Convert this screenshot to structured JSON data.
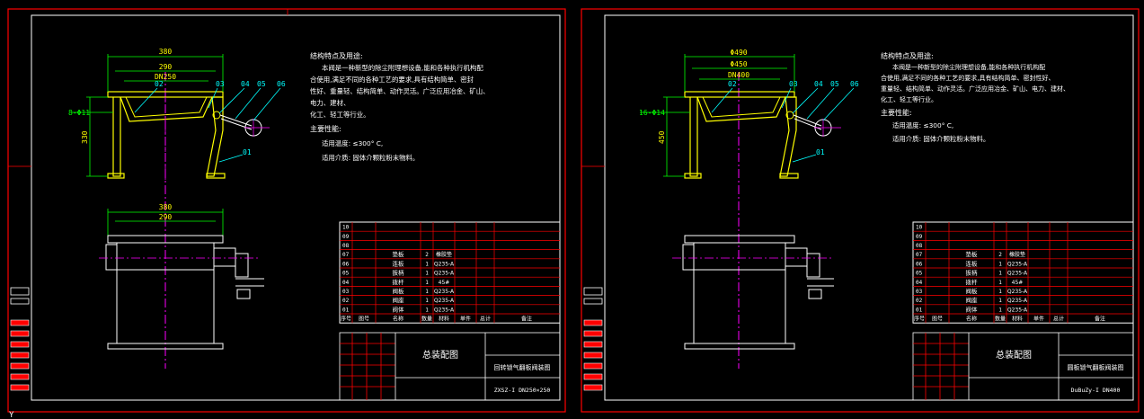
{
  "colors": {
    "background": "#000000",
    "frame": "#ff0000",
    "outline": "#ffffff",
    "part": "#ffff00",
    "dimension": "#00ff00",
    "centerline": "#ff00ff",
    "leader": "#00ffff",
    "table_text": "#ffffff"
  },
  "sheets": [
    {
      "dims": {
        "top_outer": "380",
        "top_mid": "290",
        "top_inner": "DN250",
        "left_holes": "8-Φ11",
        "height": "330",
        "plan_outer": "380",
        "plan_inner": "290"
      },
      "callouts": [
        "02",
        "03",
        "04",
        "05",
        "06",
        "01"
      ],
      "notes": {
        "heading": "结构特点及用途:",
        "para_1": "本阀是一种新型的除尘附理想设备,能和各种执行机构配",
        "para_2": "合使用,满足不同的各种工艺的要求,具有结构简单、密封",
        "para_3": "性好、重量轻、结构简单、动作灵活。广泛应用冶金、矿山、",
        "para_4": "电力、建材、",
        "para_5": "化工、轻工等行业。",
        "param_heading": "主要性能:",
        "temp": "适用温度: ≤300° C,",
        "medium": "适用介质: 固体介颗粒粉末物料。"
      },
      "bom_rows": [
        {
          "no": "10",
          "name": "",
          "qty": "",
          "material": ""
        },
        {
          "no": "09",
          "name": "",
          "qty": "",
          "material": ""
        },
        {
          "no": "08",
          "name": "",
          "qty": "",
          "material": ""
        },
        {
          "no": "07",
          "name": "垫板",
          "qty": "2",
          "material": "橡胶垫"
        },
        {
          "no": "06",
          "name": "连板",
          "qty": "1",
          "material": "Q235-A"
        },
        {
          "no": "05",
          "name": "扳柄",
          "qty": "1",
          "material": "Q235-A"
        },
        {
          "no": "04",
          "name": "拨杆",
          "qty": "1",
          "material": "45#"
        },
        {
          "no": "03",
          "name": "阀板",
          "qty": "1",
          "material": "Q235-A"
        },
        {
          "no": "02",
          "name": "阀座",
          "qty": "1",
          "material": "Q235-A"
        },
        {
          "no": "01",
          "name": "阀体",
          "qty": "1",
          "material": "Q235-A"
        }
      ],
      "bom_header": {
        "no": "序号",
        "code": "图号",
        "name": "名称",
        "qty": "数量",
        "material": "材料",
        "unit_weight": "单件",
        "total_weight": "总计",
        "note": "备注"
      },
      "title_block": {
        "drawing_title": "总装配图",
        "product_name": "回转锁气翻板阀装图",
        "model": "ZXSZ-I DN250×250"
      }
    },
    {
      "dims": {
        "top_outer": "Φ490",
        "top_mid": "Φ450",
        "top_inner": "DN400",
        "left_holes": "16-Φ14",
        "height": "450"
      },
      "callouts": [
        "02",
        "03",
        "04",
        "05",
        "06",
        "01"
      ],
      "notes": {
        "heading": "结构特点及用途:",
        "para_1": "本阀是一种新型的除尘附理想设备,能和各种执行机构配",
        "para_2": "合使用,满足不同的各种工艺的要求,具有结构简单、密封性好、",
        "para_3": "重量轻、结构简单、动作灵活。广泛应用冶金、矿山、电力、建材、",
        "para_4": "化工、轻工等行业。",
        "param_heading": "主要性能:",
        "temp": "适用温度: ≤300° C,",
        "medium": "适用介质: 固体介颗粒粉末物料。"
      },
      "bom_rows": [
        {
          "no": "10",
          "name": "",
          "qty": "",
          "material": ""
        },
        {
          "no": "09",
          "name": "",
          "qty": "",
          "material": ""
        },
        {
          "no": "08",
          "name": "",
          "qty": "",
          "material": ""
        },
        {
          "no": "07",
          "name": "垫板",
          "qty": "2",
          "material": "橡胶垫"
        },
        {
          "no": "06",
          "name": "连板",
          "qty": "1",
          "material": "Q235-A"
        },
        {
          "no": "05",
          "name": "扳柄",
          "qty": "1",
          "material": "Q235-A"
        },
        {
          "no": "04",
          "name": "拨杆",
          "qty": "1",
          "material": "45#"
        },
        {
          "no": "03",
          "name": "阀板",
          "qty": "1",
          "material": "Q235-A"
        },
        {
          "no": "02",
          "name": "阀座",
          "qty": "1",
          "material": "Q235-A"
        },
        {
          "no": "01",
          "name": "阀体",
          "qty": "1",
          "material": "Q235-A"
        }
      ],
      "bom_header": {
        "no": "序号",
        "code": "图号",
        "name": "名称",
        "qty": "数量",
        "material": "材料",
        "unit_weight": "单件",
        "total_weight": "总计",
        "note": "备注"
      },
      "title_block": {
        "drawing_title": "总装配图",
        "product_name": "圆板锁气翻板阀装图",
        "model": "DuBuZy-I DN400"
      }
    }
  ],
  "corner_mark": "Y"
}
